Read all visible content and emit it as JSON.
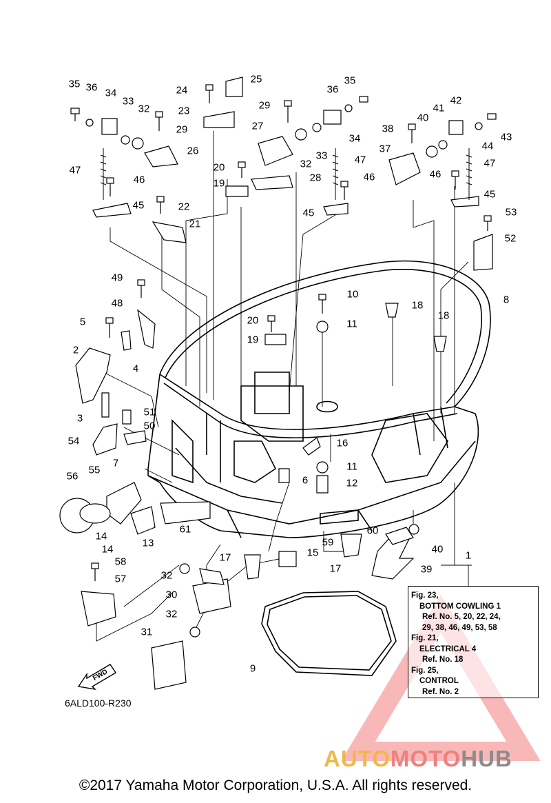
{
  "callouts": [
    {
      "id": "35a",
      "text": "35"
    },
    {
      "id": "36a",
      "text": "36"
    },
    {
      "id": "34a",
      "text": "34"
    },
    {
      "id": "33a",
      "text": "33"
    },
    {
      "id": "32a",
      "text": "32"
    },
    {
      "id": "29a",
      "text": "29"
    },
    {
      "id": "26",
      "text": "26"
    },
    {
      "id": "47a",
      "text": "47"
    },
    {
      "id": "46a",
      "text": "46"
    },
    {
      "id": "45a",
      "text": "45"
    },
    {
      "id": "24",
      "text": "24"
    },
    {
      "id": "25",
      "text": "25"
    },
    {
      "id": "23",
      "text": "23"
    },
    {
      "id": "22",
      "text": "22"
    },
    {
      "id": "21",
      "text": "21"
    },
    {
      "id": "29b",
      "text": "29"
    },
    {
      "id": "27",
      "text": "27"
    },
    {
      "id": "20a",
      "text": "20"
    },
    {
      "id": "19a",
      "text": "19"
    },
    {
      "id": "28",
      "text": "28"
    },
    {
      "id": "32b",
      "text": "32"
    },
    {
      "id": "33b",
      "text": "33"
    },
    {
      "id": "36b",
      "text": "36"
    },
    {
      "id": "35b",
      "text": "35"
    },
    {
      "id": "34b",
      "text": "34"
    },
    {
      "id": "47b",
      "text": "47"
    },
    {
      "id": "46b",
      "text": "46"
    },
    {
      "id": "45b",
      "text": "45"
    },
    {
      "id": "42",
      "text": "42"
    },
    {
      "id": "38",
      "text": "38"
    },
    {
      "id": "40a",
      "text": "40"
    },
    {
      "id": "41",
      "text": "41"
    },
    {
      "id": "43",
      "text": "43"
    },
    {
      "id": "44",
      "text": "44"
    },
    {
      "id": "37",
      "text": "37"
    },
    {
      "id": "47c",
      "text": "47"
    },
    {
      "id": "46c",
      "text": "46"
    },
    {
      "id": "45c",
      "text": "45"
    },
    {
      "id": "53",
      "text": "53"
    },
    {
      "id": "52",
      "text": "52"
    },
    {
      "id": "49",
      "text": "49"
    },
    {
      "id": "48",
      "text": "48"
    },
    {
      "id": "10",
      "text": "10"
    },
    {
      "id": "18a",
      "text": "18"
    },
    {
      "id": "8",
      "text": "8"
    },
    {
      "id": "5",
      "text": "5"
    },
    {
      "id": "20b",
      "text": "20"
    },
    {
      "id": "11a",
      "text": "11"
    },
    {
      "id": "18b",
      "text": "18"
    },
    {
      "id": "19b",
      "text": "19"
    },
    {
      "id": "2",
      "text": "2"
    },
    {
      "id": "4",
      "text": "4"
    },
    {
      "id": "51",
      "text": "51"
    },
    {
      "id": "3",
      "text": "3"
    },
    {
      "id": "50",
      "text": "50"
    },
    {
      "id": "54",
      "text": "54"
    },
    {
      "id": "16",
      "text": "16"
    },
    {
      "id": "7",
      "text": "7"
    },
    {
      "id": "11b",
      "text": "11"
    },
    {
      "id": "56",
      "text": "56"
    },
    {
      "id": "55",
      "text": "55"
    },
    {
      "id": "6",
      "text": "6"
    },
    {
      "id": "12",
      "text": "12"
    },
    {
      "id": "61",
      "text": "61"
    },
    {
      "id": "14a",
      "text": "14"
    },
    {
      "id": "13",
      "text": "13"
    },
    {
      "id": "14b",
      "text": "14"
    },
    {
      "id": "59",
      "text": "59"
    },
    {
      "id": "60",
      "text": "60"
    },
    {
      "id": "40b",
      "text": "40"
    },
    {
      "id": "17a",
      "text": "17"
    },
    {
      "id": "15",
      "text": "15"
    },
    {
      "id": "17b",
      "text": "17"
    },
    {
      "id": "1",
      "text": "1"
    },
    {
      "id": "39",
      "text": "39"
    },
    {
      "id": "58",
      "text": "58"
    },
    {
      "id": "32c",
      "text": "32"
    },
    {
      "id": "57",
      "text": "57"
    },
    {
      "id": "30",
      "text": "30"
    },
    {
      "id": "32d",
      "text": "32"
    },
    {
      "id": "31",
      "text": "31"
    },
    {
      "id": "9",
      "text": "9"
    }
  ],
  "reference_box": {
    "line1": "Fig. 23,",
    "line2": "BOTTOM COWLING 1",
    "line3": "Ref. No. 5, 20, 22, 24,",
    "line4": "29, 38, 46, 49, 53, 58",
    "line5": "Fig. 21,",
    "line6": "ELECTRICAL 4",
    "line7": "Ref. No. 18",
    "line8": "Fig. 25,",
    "line9": "CONTROL",
    "line10": "Ref. No. 2"
  },
  "fwd_label": "FWD",
  "part_code": "6ALD100-R230",
  "watermark": {
    "part1": "AUTO",
    "part2": "MOTO",
    "part3": "HUB",
    "color_a": "#f0b74a",
    "color_m": "#ee8080",
    "color_h": "#8c8c8c"
  },
  "copyright": "©2017 Yamaha Motor Corporation, U.S.A. All rights reserved."
}
